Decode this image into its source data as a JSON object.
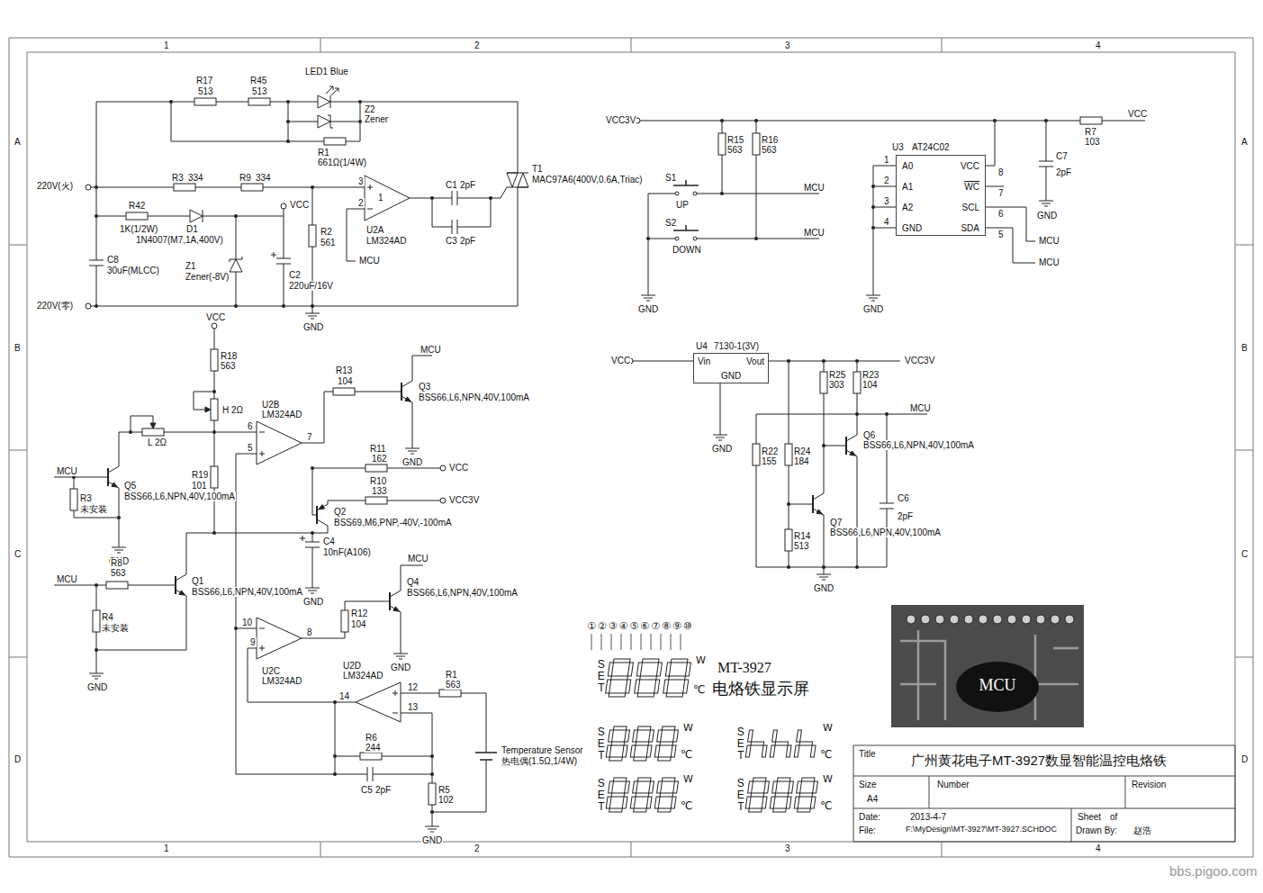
{
  "diagram": {
    "title": "广州黄花电子MT-3927数显智能温控电烙铁",
    "nodes": [
      {
        "text": [
          "A0",
          "VCC",
          "A1",
          "WC",
          "A2",
          "SCL",
          "GND",
          "SDA"
        ]
      },
      {
        "text": [
          "Vin",
          "Vout",
          "GND"
        ]
      },
      {
        "text": [
          "MCU"
        ]
      }
    ],
    "labels": [
      "1",
      "2",
      "3",
      "4",
      "1",
      "2",
      "3",
      "4",
      "A",
      "B",
      "C",
      "D",
      "A",
      "B",
      "C",
      "D",
      "R17",
      "513",
      "R45",
      "513",
      "LED1 Blue",
      "Z2",
      "Zener",
      "R1",
      "661Ω(1/4W)",
      "220V(火)",
      "R3",
      "334",
      "R9",
      "334",
      "R42",
      "1K(1/2W)",
      "D1",
      "1N4007(M7,1A,400V)",
      "VCC",
      "C8",
      "30uF(MLCC)",
      "Z1",
      "Zener(-8V)",
      "C2",
      "220uF/16V",
      "R2",
      "561",
      "220V(零)",
      "GND",
      "3",
      "2",
      "1",
      "U2A",
      "LM324AD",
      "MCU",
      "C1",
      "2pF",
      "C3",
      "2pF",
      "T1",
      "MAC97A6(400V,0.6A,Triac)",
      "VCC3V",
      "R15",
      "563",
      "R16",
      "563",
      "S1",
      "UP",
      "S2",
      "DOWN",
      "MCU",
      "MCU",
      "GND",
      "U3",
      "AT24C02",
      "1",
      "2",
      "3",
      "4",
      "8",
      "7",
      "6",
      "5",
      "GND",
      "R7",
      "103",
      "VCC",
      "C7",
      "2pF",
      "GND",
      "MCU",
      "MCU",
      "VCC",
      "R18",
      "563",
      "H 2Ω",
      "L 2Ω",
      "U2B",
      "LM324AD",
      "6",
      "5",
      "7",
      "R19",
      "101",
      "MCU",
      "R3",
      "未安装",
      "Q5",
      "BSS66,L6,NPN,40V,100mA",
      "GND",
      "R13",
      "104",
      "MCU",
      "Q3",
      "BSS66,L6,NPN,40V,100mA",
      "GND",
      "R11",
      "162",
      "VCC",
      "R10",
      "133",
      "VCC3V",
      "Q2",
      "BSS69,M6,PNP,-40V,-100mA",
      "C4",
      "10nF(A106)",
      "GND",
      "MCU",
      "R8",
      "563",
      "Q1",
      "BSS66,L6,NPN,40V,100mA",
      "R4",
      "未安装",
      "GND",
      "10",
      "9",
      "8",
      "U2C",
      "LM324AD",
      "R12",
      "104",
      "MCU",
      "Q4",
      "BSS66,L6,NPN,40V,100mA",
      "GND",
      "U2D",
      "LM324AD",
      "14",
      "12",
      "13",
      "R1",
      "563",
      "R6",
      "244",
      "C5",
      "2pF",
      "R5",
      "102",
      "GND",
      "Temperature Sensor",
      "热电偶(1.5Ω,1/4W)",
      "U4",
      "7130-1(3V)",
      "VCC",
      "VCC3V",
      "GND",
      "R25",
      "303",
      "R23",
      "104",
      "MCU",
      "R22",
      "155",
      "R24",
      "184",
      "Q6",
      "BSS66,L6,NPN,40V,100mA",
      "Q7",
      "BSS66,L6,NPN,40V,100mA",
      "C6",
      "2pF",
      "R14",
      "513",
      "GND",
      "①②③④⑤⑥⑦⑧⑨⑩",
      "MT-3927",
      "电烙铁显示屏",
      "SET",
      "W",
      "℃",
      "SET",
      "W",
      "℃",
      "SET",
      "W",
      "℃",
      "SET",
      "W",
      "℃",
      "SET",
      "W",
      "℃",
      "Title",
      "Size",
      "A4",
      "Number",
      "Revision",
      "Date:",
      "2013-4-7",
      "Sheet",
      "of",
      "File:",
      "F:\\MyDesign\\MT-3927\\MT-3927.SCHDOC",
      "Drawn By:",
      "赵浩",
      "bbs.pigoo.com"
    ]
  }
}
